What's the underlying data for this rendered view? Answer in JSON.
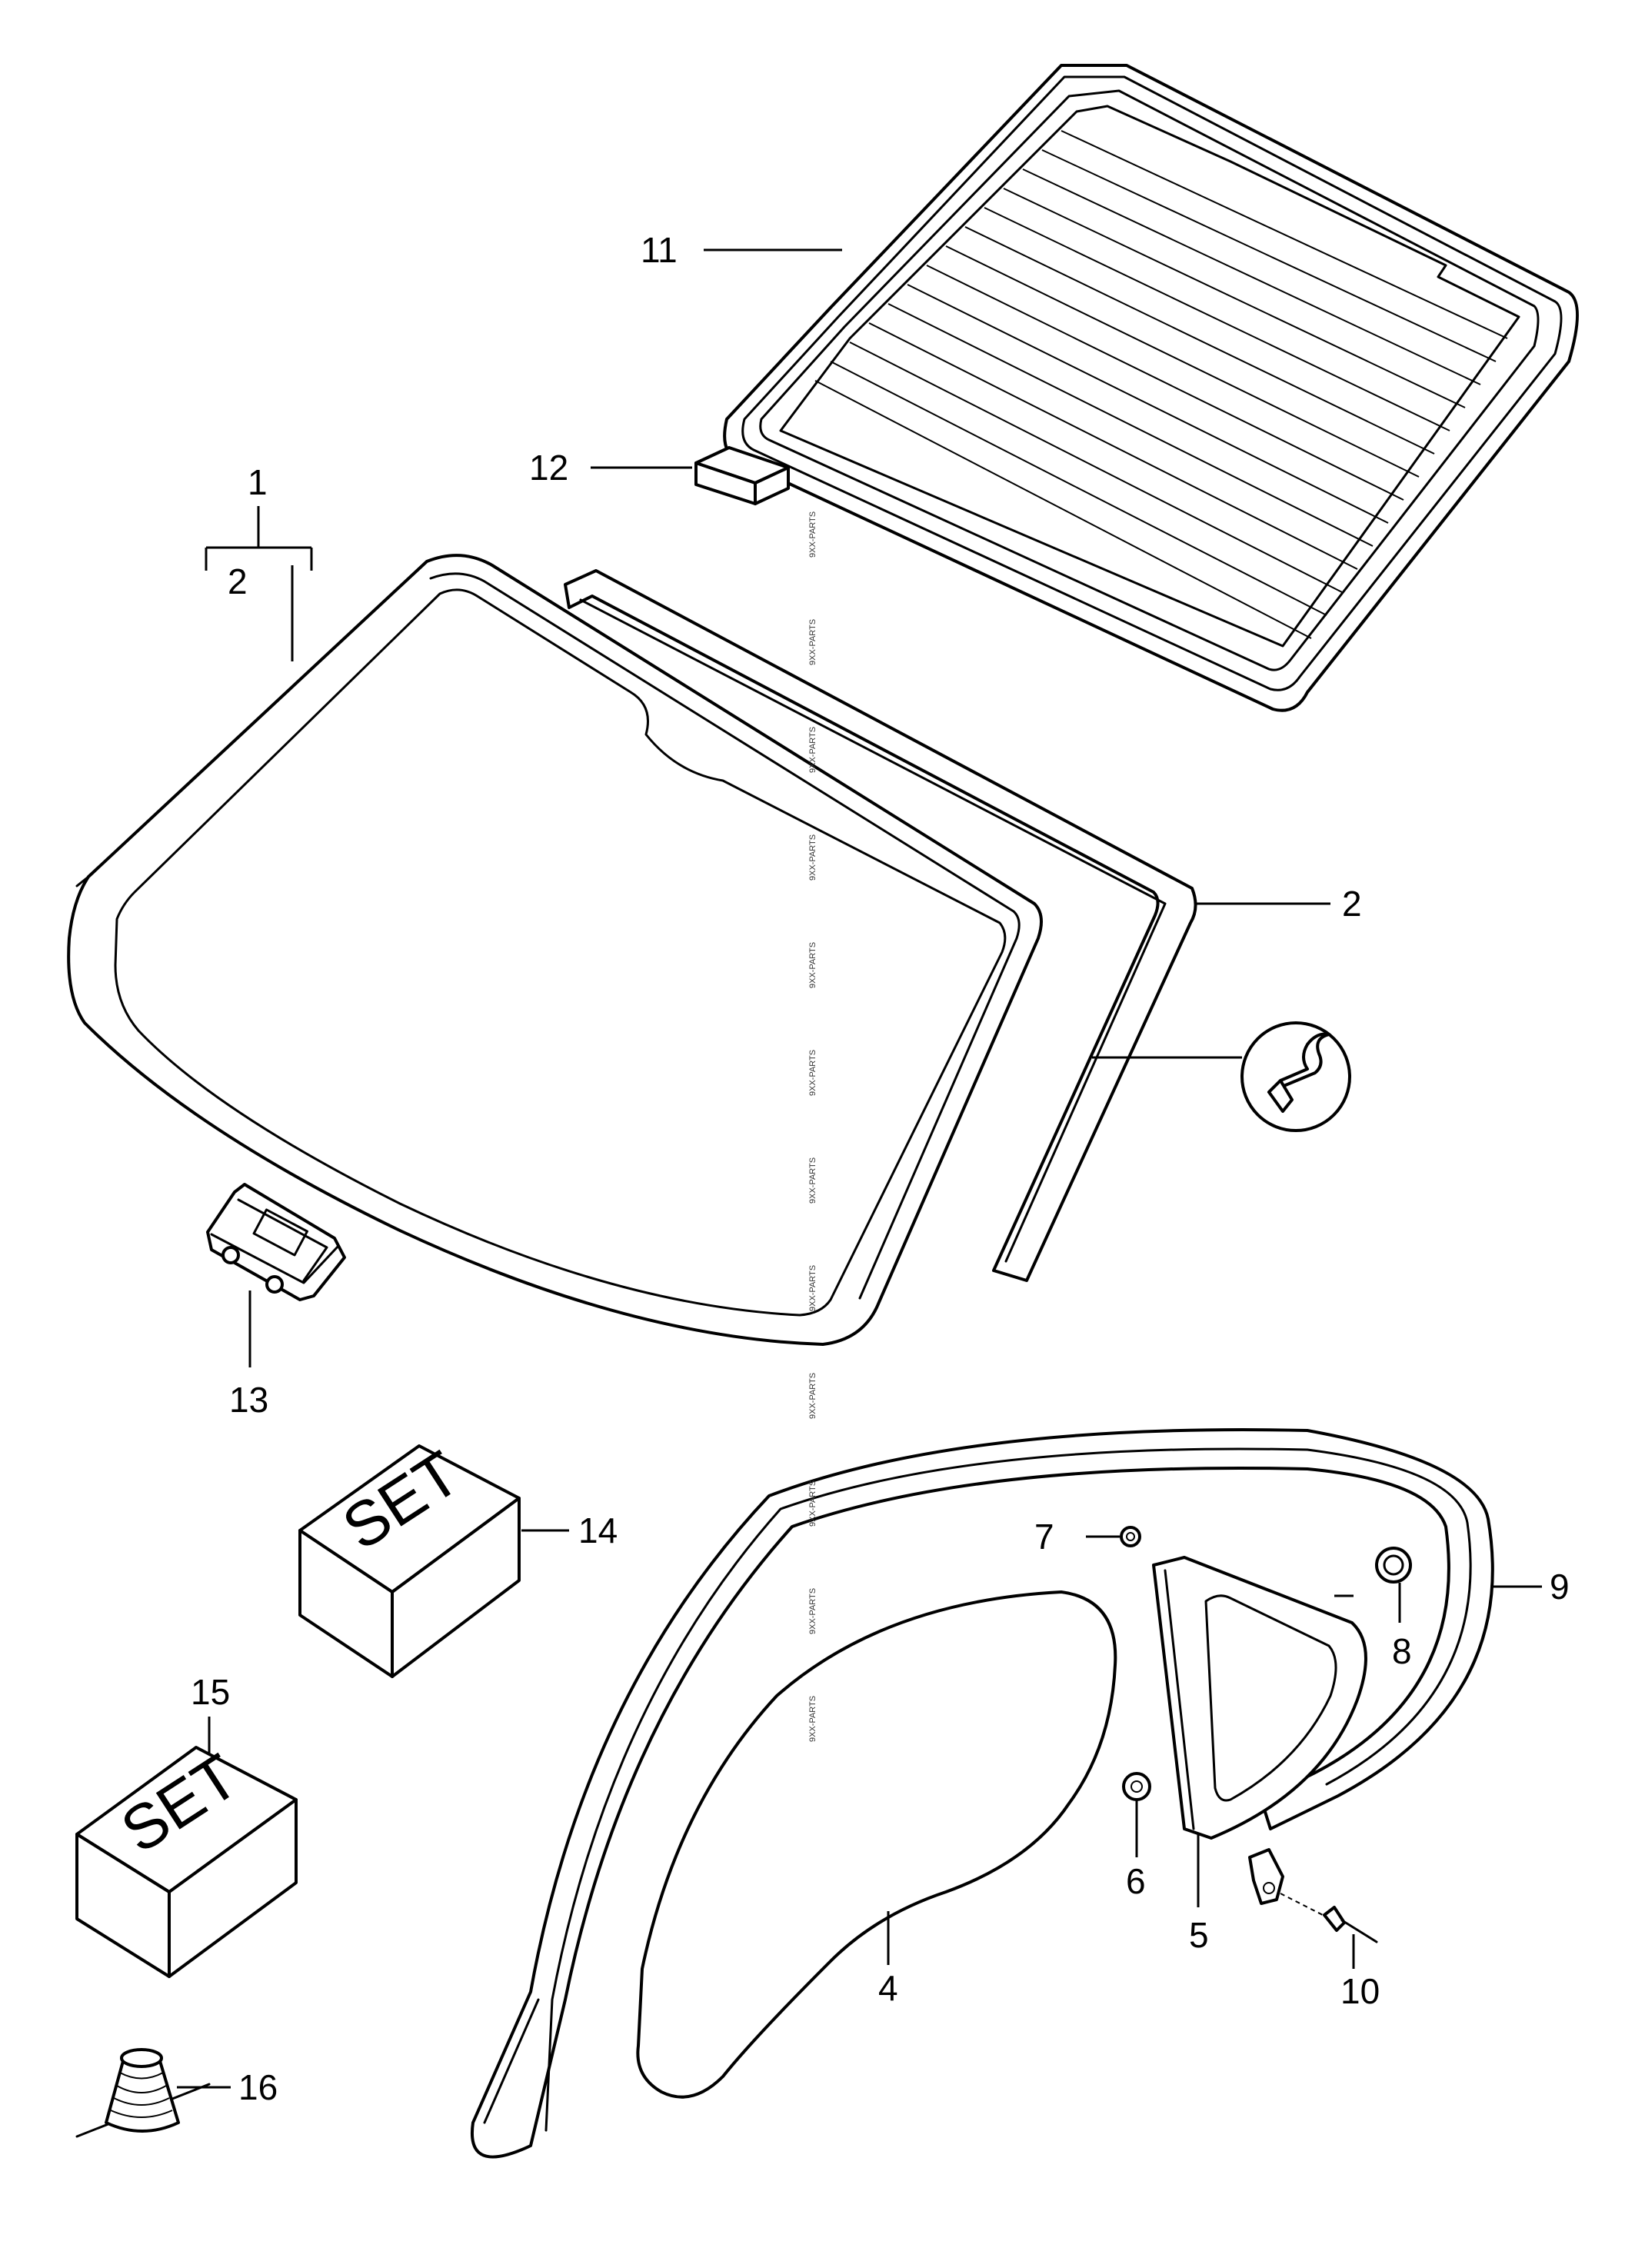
{
  "callouts": {
    "c1": "1",
    "c2_bracket": "2",
    "c2": "2",
    "c4": "4",
    "c5": "5",
    "c6": "6",
    "c7": "7",
    "c8": "8",
    "c9": "9",
    "c10": "10",
    "c11": "11",
    "c12": "12",
    "c13": "13",
    "c14": "14",
    "c15": "15",
    "c16": "16"
  },
  "set_labels": {
    "box14": "SET",
    "box15": "SET"
  },
  "watermark": {
    "text": "9XX-PARTS"
  },
  "icons": {
    "detail": "seal-profile-detail-icon",
    "clip": "mirror-clip-icon",
    "grommet": "grommet-icon"
  },
  "colors": {
    "line": "#000000",
    "paper": "#ffffff"
  }
}
